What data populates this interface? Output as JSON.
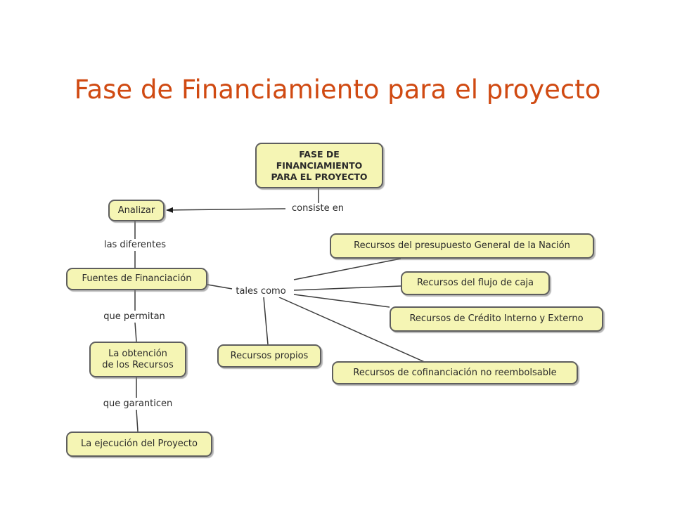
{
  "title": "Fase de Financiamiento para el proyecto",
  "nodes": {
    "root": "FASE DE\nFINANCIAMIENTO\nPARA EL PROYECTO",
    "analizar": "Analizar",
    "fuentes": "Fuentes de Financiación",
    "obtencion": "La obtención\nde los Recursos",
    "ejecucion": "La ejecución del Proyecto",
    "presupuesto": "Recursos del presupuesto General de la Nación",
    "flujo": "Recursos del flujo de caja",
    "credito": "Recursos de Crédito Interno y Externo",
    "propios": "Recursos propios",
    "cofinanciacion": "Recursos de cofinanciación no reembolsable"
  },
  "links": {
    "consiste_en": "consiste en",
    "las_diferentes": "las diferentes",
    "que_permitan": "que permitan",
    "que_garanticen": "que garanticen",
    "tales_como": "tales como"
  },
  "colors": {
    "title": "#d04a12",
    "node_fill": "#f5f5b4",
    "node_border": "#5e5e5e",
    "connector": "#3c3c3c"
  }
}
